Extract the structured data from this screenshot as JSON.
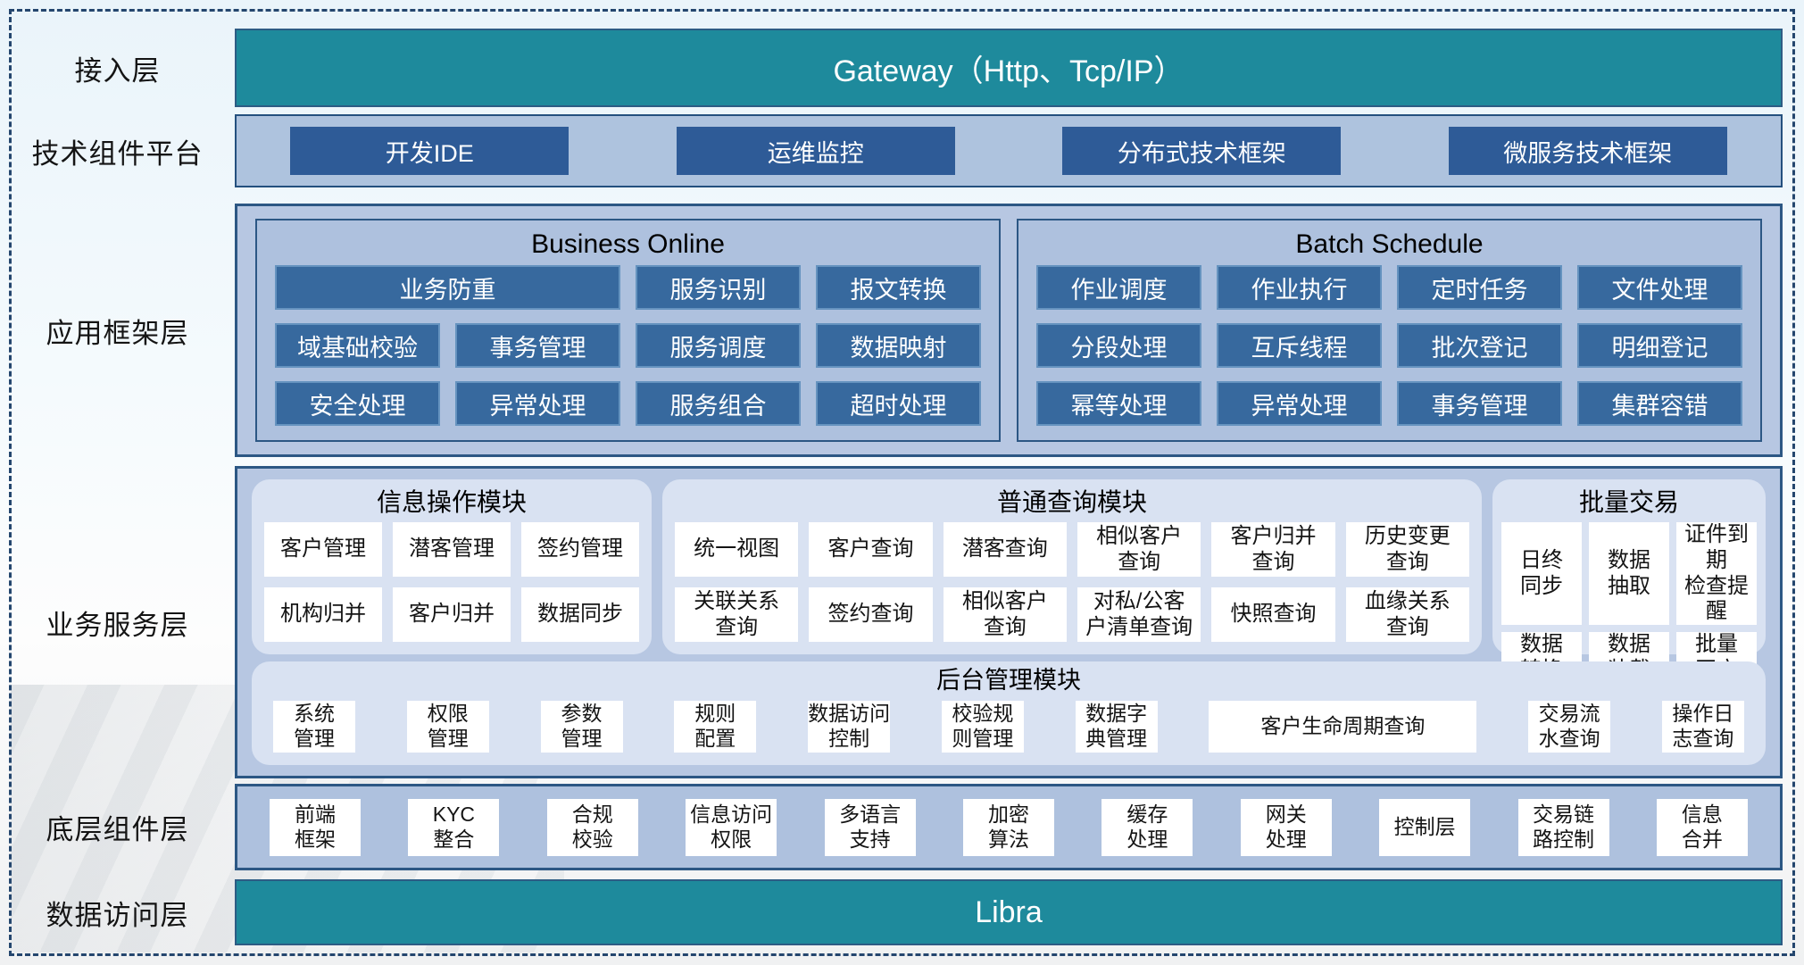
{
  "colors": {
    "teal": "#1e8a9c",
    "dark_blue": "#2e5b97",
    "steel_blue": "#37699e",
    "panel_blue": "#aec1de",
    "card_blue": "#d9e2f2",
    "border_navy": "#2c5784"
  },
  "layers": {
    "access": {
      "label": "接入层",
      "gateway": "Gateway（Http、Tcp/IP）"
    },
    "tech_platform": {
      "label": "技术组件平台",
      "items": [
        {
          "label": "开发IDE"
        },
        {
          "label": "运维监控"
        },
        {
          "label": "分布式技术框架"
        },
        {
          "label": "微服务技术框架"
        }
      ]
    },
    "app_framework": {
      "label": "应用框架层",
      "business_online": {
        "title": "Business Online",
        "items": [
          {
            "label": "业务防重",
            "span": 2
          },
          {
            "label": "服务识别"
          },
          {
            "label": "报文转换"
          },
          {
            "label": "域基础校验"
          },
          {
            "label": "事务管理"
          },
          {
            "label": "服务调度"
          },
          {
            "label": "数据映射"
          },
          {
            "label": "安全处理"
          },
          {
            "label": "异常处理"
          },
          {
            "label": "服务组合"
          },
          {
            "label": "超时处理"
          }
        ]
      },
      "batch_schedule": {
        "title": "Batch Schedule",
        "items": [
          {
            "label": "作业调度"
          },
          {
            "label": "作业执行"
          },
          {
            "label": "定时任务"
          },
          {
            "label": "文件处理"
          },
          {
            "label": "分段处理"
          },
          {
            "label": "互斥线程"
          },
          {
            "label": "批次登记"
          },
          {
            "label": "明细登记"
          },
          {
            "label": "幂等处理"
          },
          {
            "label": "异常处理"
          },
          {
            "label": "事务管理"
          },
          {
            "label": "集群容错"
          }
        ]
      }
    },
    "business_service": {
      "label": "业务服务层",
      "info_module": {
        "title": "信息操作模块",
        "items": [
          {
            "label": "客户管理"
          },
          {
            "label": "潜客管理"
          },
          {
            "label": "签约管理"
          },
          {
            "label": "机构归并"
          },
          {
            "label": "客户归并"
          },
          {
            "label": "数据同步"
          }
        ]
      },
      "query_module": {
        "title": "普通查询模块",
        "items": [
          {
            "label": "统一视图"
          },
          {
            "label": "客户查询"
          },
          {
            "label": "潜客查询"
          },
          {
            "label": "相似客户\n查询"
          },
          {
            "label": "客户归并\n查询"
          },
          {
            "label": "历史变更\n查询"
          },
          {
            "label": "关联关系\n查询"
          },
          {
            "label": "签约查询"
          },
          {
            "label": "相似客户\n查询"
          },
          {
            "label": "对私/公客\n户清单查询"
          },
          {
            "label": "快照查询"
          },
          {
            "label": "血缘关系\n查询"
          }
        ]
      },
      "batch_trade": {
        "title": "批量交易",
        "items": [
          {
            "label": "日终\n同步"
          },
          {
            "label": "数据\n抽取"
          },
          {
            "label": "证件到期\n检查提醒"
          },
          {
            "label": "数据\n转换"
          },
          {
            "label": "数据\n装载"
          },
          {
            "label": "批量\n开户"
          }
        ]
      },
      "admin_module": {
        "title": "后台管理模块",
        "items": [
          {
            "label": "系统\n管理"
          },
          {
            "label": "权限\n管理"
          },
          {
            "label": "参数\n管理"
          },
          {
            "label": "规则\n配置"
          },
          {
            "label": "数据访问\n控制"
          },
          {
            "label": "校验规\n则管理"
          },
          {
            "label": "数据字\n典管理"
          },
          {
            "label": "客户生命周期查询",
            "wide": true
          },
          {
            "label": "交易流\n水查询"
          },
          {
            "label": "操作日\n志查询"
          }
        ]
      }
    },
    "base_components": {
      "label": "底层组件层",
      "items": [
        {
          "label": "前端\n框架"
        },
        {
          "label": "KYC\n整合"
        },
        {
          "label": "合规\n校验"
        },
        {
          "label": "信息访问\n权限"
        },
        {
          "label": "多语言\n支持"
        },
        {
          "label": "加密\n算法"
        },
        {
          "label": "缓存\n处理"
        },
        {
          "label": "网关\n处理"
        },
        {
          "label": "控制层"
        },
        {
          "label": "交易链\n路控制"
        },
        {
          "label": "信息\n合并"
        }
      ]
    },
    "data_access": {
      "label": "数据访问层",
      "bar": "Libra"
    }
  }
}
